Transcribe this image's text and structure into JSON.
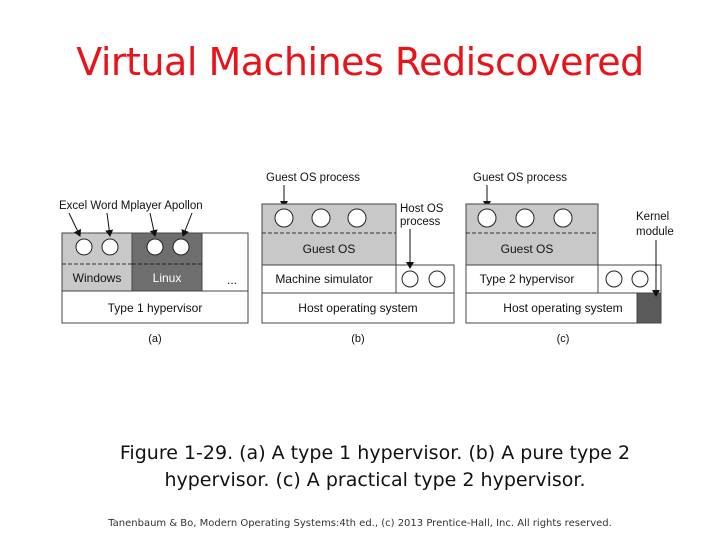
{
  "slide": {
    "title": "Virtual Machines Rediscovered",
    "caption_line1": "Figure 1-29. (a) A type 1 hypervisor. (b) A pure type 2",
    "caption_line2": "hypervisor. (c) A practical type 2 hypervisor.",
    "credit": "Tanenbaum & Bo, Modern Operating Systems:4th ed., (c) 2013 Prentice-Hall, Inc. All rights reserved."
  },
  "diagram": {
    "a": {
      "apps_label": "Excel Word Mplayer Apollon",
      "windows": "Windows",
      "linux": "Linux",
      "ellipsis": "...",
      "hypervisor": "Type 1 hypervisor",
      "sub": "(a)"
    },
    "b": {
      "guest_process": "Guest OS process",
      "host_process_1": "Host OS",
      "host_process_2": "process",
      "guest_os": "Guest OS",
      "simulator": "Machine simulator",
      "host_os": "Host operating system",
      "sub": "(b)"
    },
    "c": {
      "guest_process": "Guest OS process",
      "kernel_1": "Kernel",
      "kernel_2": "module",
      "guest_os": "Guest OS",
      "hypervisor": "Type 2 hypervisor",
      "host_os": "Host operating system",
      "sub": "(c)"
    }
  },
  "colors": {
    "title": "#e8141a",
    "light_gray": "#c8c8c8",
    "dark_gray": "#5a5a5a",
    "linux_box": "#6e6e6e"
  }
}
